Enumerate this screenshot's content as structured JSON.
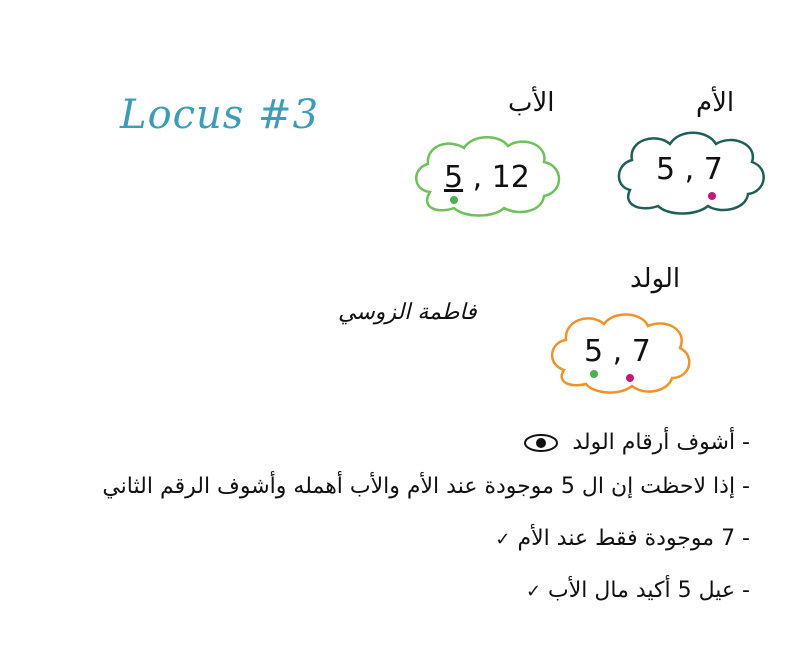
{
  "title": "Locus #3",
  "parents": {
    "father": {
      "label": "الأب",
      "first": "5",
      "second": "12"
    },
    "mother": {
      "label": "الأم",
      "first": "5",
      "second": "7"
    }
  },
  "child": {
    "label": "الولد",
    "first": "5",
    "second": "7"
  },
  "signature": "فاطمة الزوسي",
  "notes": [
    {
      "text": "أشوف أرقام الولد",
      "mark": "eye-icon"
    },
    {
      "text": "إذا لاحظت إن ال 5 موجودة عند الأم والأب أهمله وأشوف الرقم الثاني",
      "mark": ""
    },
    {
      "text": "7 موجودة فقط عند الأم",
      "mark": "check"
    },
    {
      "text": "عيل 5 أكيد مال الأب",
      "mark": "check"
    }
  ],
  "colors": {
    "title": "#3d9cb6",
    "father_cloud": "#6cc158",
    "mother_cloud": "#1f5f58",
    "child_cloud": "#f0922a",
    "green_dot": "#4caf50",
    "magenta_dot": "#c2187a"
  }
}
